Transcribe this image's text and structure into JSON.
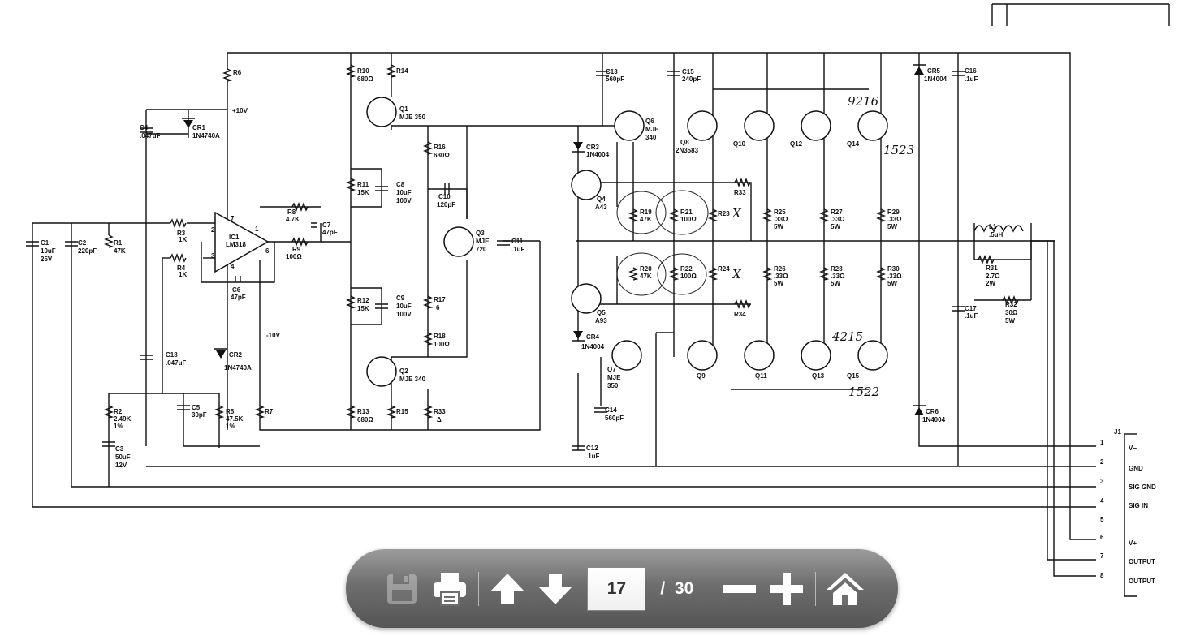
{
  "viewer": {
    "current_page": "17",
    "page_separator": "/",
    "total_pages": "30",
    "buttons": {
      "save_icon": "floppy-disk-icon",
      "print_icon": "printer-icon",
      "prev_icon": "arrow-up-icon",
      "next_icon": "arrow-down-icon",
      "zoom_out_icon": "minus-icon",
      "zoom_in_icon": "plus-icon",
      "home_icon": "home-icon"
    },
    "colors": {
      "toolbar_top": "#9c9c9c",
      "toolbar_bottom": "#555555",
      "icon": "#ffffff"
    }
  },
  "schematic": {
    "labels": {
      "r6": "R6",
      "plus10v": "+10V",
      "minus10v": "-10V",
      "c4": "C4",
      "c4v": ".047uF",
      "cr1": "CR1",
      "cr1v": "1N4740A",
      "c1": "C1",
      "c1v1": "10uF",
      "c1v2": "25V",
      "c2": "C2",
      "c2v": "220pF",
      "r1": "R1",
      "r1v": "47K",
      "r3": "R3",
      "r3v": "1K",
      "r4": "R4",
      "r4v": "1K",
      "ic1": "IC1",
      "ic1v": "LM318",
      "pin7": "7",
      "pin2": "2",
      "pin3": "3",
      "pin4": "4",
      "pin1": "1",
      "pin6": "6",
      "r8": "R8",
      "r8v": "4.7K",
      "c7": "C7",
      "c7v": "47pF",
      "r9": "R9",
      "r9v": "100Ω",
      "c6": "C6",
      "c6v": "47pF",
      "c18": "C18",
      "c18v": ".047uF",
      "cr2": "CR2",
      "cr2v": "1N4740A",
      "r2": "R2",
      "r2v1": "2.49K",
      "r2v2": "1%",
      "c5": "C5",
      "c5v": "30pF",
      "r5": "R5",
      "r5v1": "47.5K",
      "r5v2": "1%",
      "r7": "R7",
      "c3": "C3",
      "c3v1": "50uF",
      "c3v2": "12V",
      "r10": "R10",
      "r10v": "680Ω",
      "r14": "R14",
      "q1": "Q1",
      "q1v": "MJE 350",
      "r11": "R11",
      "r11v": "15K",
      "c8": "C8",
      "c8v1": "10uF",
      "c8v2": "100V",
      "r12": "R12",
      "r12v": "15K",
      "c9": "C9",
      "c9v1": "10uF",
      "c9v2": "100V",
      "q2": "Q2",
      "q2v": "MJE 340",
      "r13": "R13",
      "r13v": "680Ω",
      "r15": "R15",
      "r33b": "R33",
      "delta": "Δ",
      "r16": "R16",
      "r16v": "680Ω",
      "c10": "C10",
      "c10v": "120pF",
      "q3": "Q3",
      "q3v1": "MJE",
      "q3v2": "720",
      "c11": "C11",
      "c11v": ".1uF",
      "r17": "R17",
      "r17v": "6",
      "r18": "R18",
      "r18v": "100Ω",
      "c13": "C13",
      "c13v": "560pF",
      "c15": "C15",
      "c15v": "240pF",
      "q6": "Q6",
      "q6v1": "MJE",
      "q6v2": "340",
      "q8": "Q8",
      "q8v": "2N3583",
      "q10": "Q10",
      "q12": "Q12",
      "q14": "Q14",
      "cr3": "CR3",
      "cr3v": "1N4004",
      "q4": "Q4",
      "q4v": "A43",
      "r19": "R19",
      "r19v": "47K",
      "r21": "R21",
      "r21v": "100Ω",
      "r23": "R23",
      "r33": "R33",
      "r25": "R25",
      "r25v": ".33Ω",
      "r25w": "5W",
      "r27": "R27",
      "r27v": ".33Ω",
      "r27w": "5W",
      "r29": "R29",
      "r29v": ".33Ω",
      "r29w": "5W",
      "r20": "R20",
      "r20v": "47K",
      "r22": "R22",
      "r22v": "100Ω",
      "r24": "R24",
      "r26": "R26",
      "r26v": ".33Ω",
      "r26w": "5W",
      "r28": "R28",
      "r28v": ".33Ω",
      "r28w": "5W",
      "r30": "R30",
      "r30v": ".33Ω",
      "r30w": "5W",
      "r34": "R34",
      "q5": "Q5",
      "q5v": "A93",
      "cr4": "CR4",
      "cr4v": "1N4004",
      "q7": "Q7",
      "q7v1": "MJE",
      "q7v2": "350",
      "q9": "Q9",
      "q11": "Q11",
      "q13": "Q13",
      "q15": "Q15",
      "c14": "C14",
      "c14v": "560pF",
      "c12": "C12",
      "c12v": ".1uF",
      "cr5": "CR5",
      "cr5v": "1N4004",
      "c16": "C16",
      "c16v": ".1uF",
      "cr6": "CR6",
      "cr6v": "1N4004",
      "l1": "L1",
      "l1v": ".5uH",
      "r31": "R31",
      "r31v1": "2.7Ω",
      "r31v2": "2W",
      "c17": "C17",
      "c17v": ".1uF",
      "r32": "R32",
      "r32v1": "30Ω",
      "r32v2": "5W",
      "j1": "J1",
      "p1": "1",
      "p2": "2",
      "p3": "3",
      "p4": "4",
      "p5": "5",
      "p6": "6",
      "p7": "7",
      "p8": "8",
      "vminus": "V−",
      "gnd": "GND",
      "sig_gnd": "SIG GND",
      "sig_in": "SIG IN",
      "vplus": "V+",
      "output1": "OUTPUT",
      "output2": "OUTPUT"
    },
    "handwritten": {
      "h9216": "9216",
      "h1523": "1523",
      "h4215": "4215",
      "h1522": "1522",
      "x23": "X",
      "x24": "X"
    }
  }
}
